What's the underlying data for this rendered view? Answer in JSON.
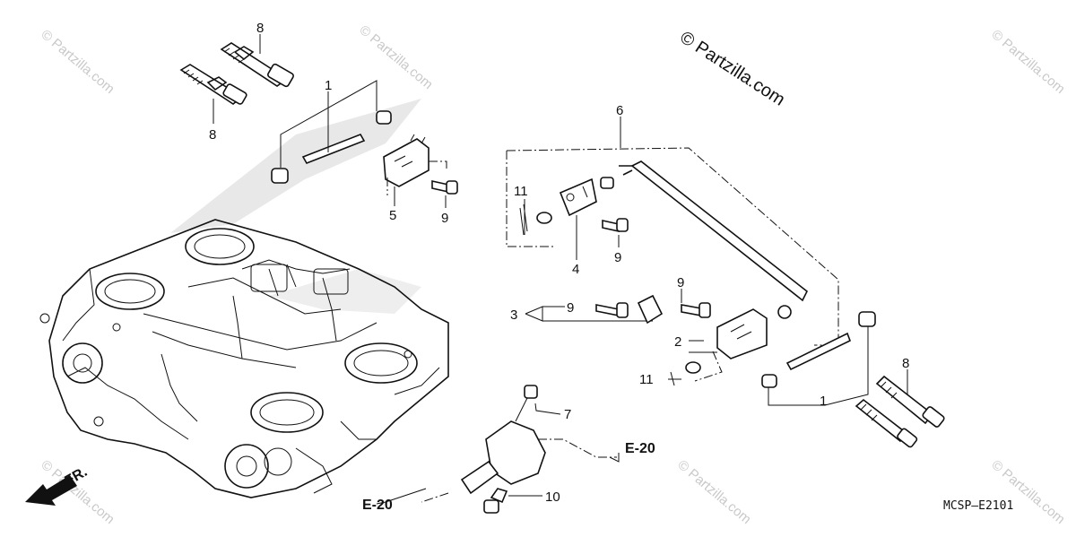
{
  "diagram": {
    "callouts": {
      "c1_top": "1",
      "c1_bottom": "1",
      "c2": "2",
      "c3": "3",
      "c4": "4",
      "c5": "5",
      "c6": "6",
      "c7": "7",
      "c8_top": "8",
      "c8_mid": "8",
      "c8_right": "8",
      "c9_a": "9",
      "c9_b": "9",
      "c9_c": "9",
      "c9_d": "9",
      "c10": "10",
      "c11_a": "11",
      "c11_b": "11"
    },
    "refs": {
      "e20_right": "E-20",
      "e20_bottom": "E-20"
    },
    "direction_label": "FR.",
    "diagram_code": "MCSP–E2101",
    "copyright": "© Partzilla.com",
    "watermark": "© Partzilla.com"
  }
}
